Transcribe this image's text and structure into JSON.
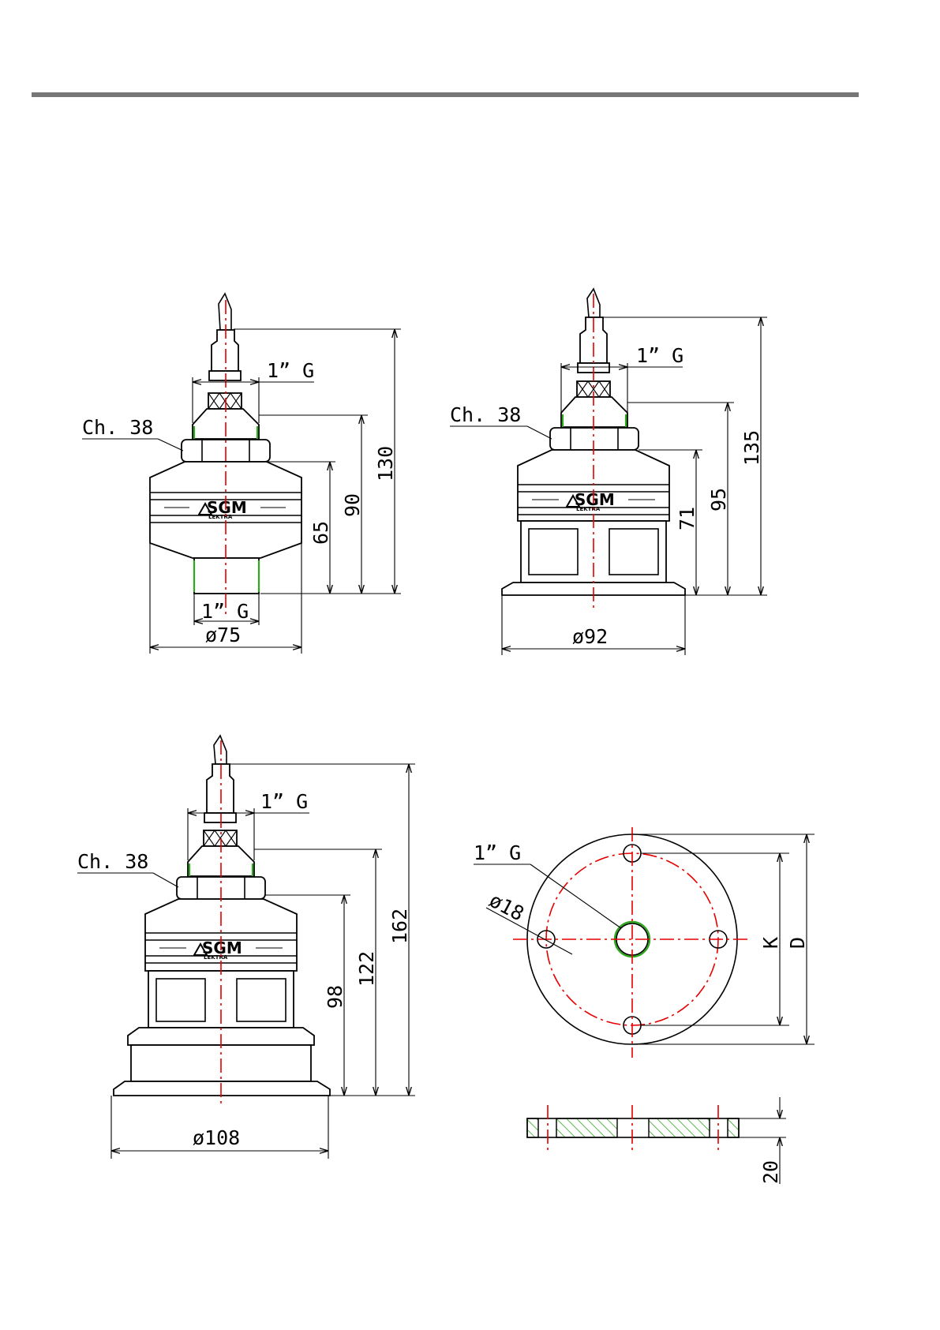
{
  "brand": {
    "logo_main": "SGM",
    "logo_sub": "LEKTRA"
  },
  "sensor_a": {
    "thread_top": "1” G",
    "wrench": "Ch. 38",
    "dim_total": "130",
    "dim_mid": "90",
    "dim_body": "65",
    "thread_bottom": "1” G",
    "diameter": "ø75"
  },
  "sensor_b": {
    "thread_top": "1” G",
    "wrench": "Ch. 38",
    "dim_total": "135",
    "dim_mid": "95",
    "dim_body": "71",
    "diameter": "ø92"
  },
  "sensor_c": {
    "thread_top": "1” G",
    "wrench": "Ch. 38",
    "dim_total": "162",
    "dim_mid": "122",
    "dim_body": "98",
    "diameter": "ø108"
  },
  "flange": {
    "thread": "1” G",
    "hole_diameter": "ø18",
    "bolt_circle": "K",
    "outer_diameter": "D",
    "thickness": "20"
  },
  "colors": {
    "axis": "#e60000",
    "thread": "#2fa81f",
    "line": "#000000",
    "header_bar": "#777777"
  }
}
